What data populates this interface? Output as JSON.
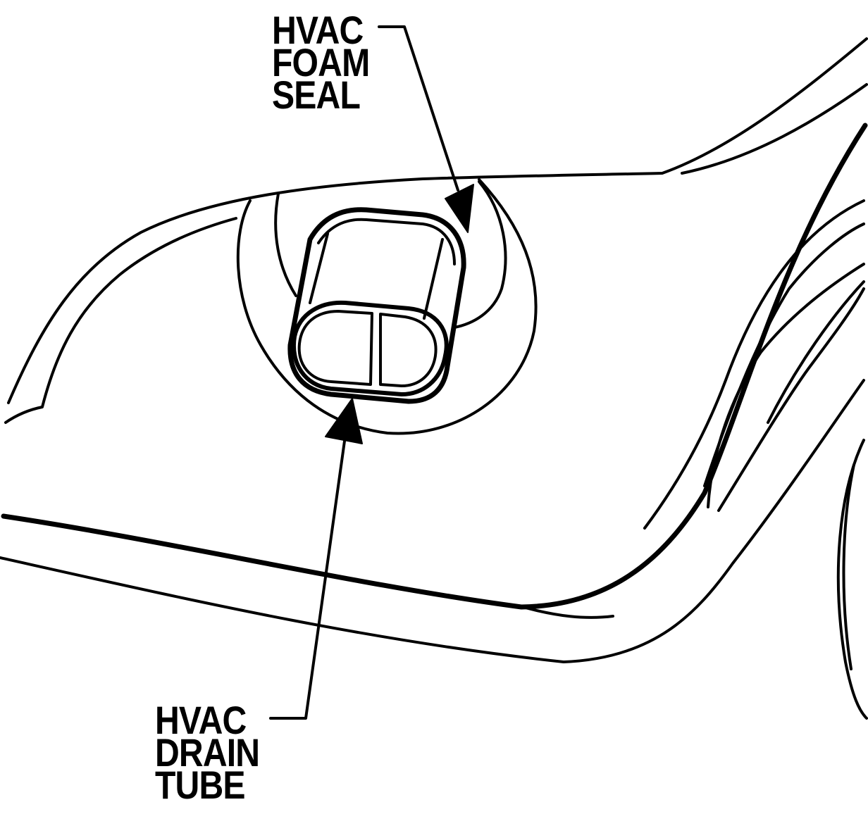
{
  "labels": {
    "foam_seal": [
      "HVAC",
      "FOAM",
      "SEAL"
    ],
    "drain_tube": [
      "HVAC",
      "DRAIN",
      "TUBE"
    ]
  },
  "colors": {
    "line": "#000000",
    "background": "#ffffff"
  }
}
